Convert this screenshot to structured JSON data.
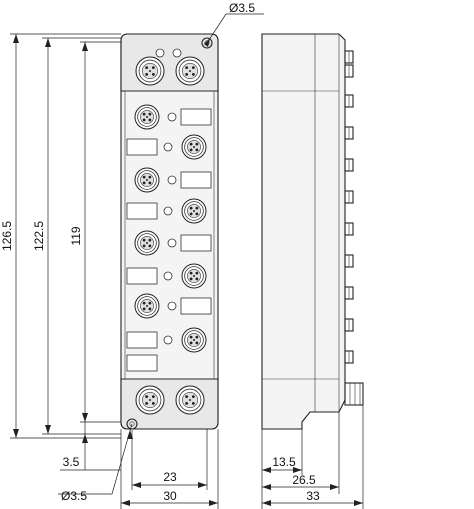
{
  "drawing": {
    "front_view": {
      "dimensions": {
        "total_height": "126.5",
        "mount_height": "122.5",
        "body_height": "119",
        "hole_offset": "3.5",
        "mount_width": "23",
        "total_width": "30",
        "hole_top_label": "Ø3.5",
        "hole_bottom_label": "Ø3.5"
      }
    },
    "side_view": {
      "dimensions": {
        "base_depth": "13.5",
        "body_depth": "26.5",
        "total_depth": "33"
      }
    }
  }
}
